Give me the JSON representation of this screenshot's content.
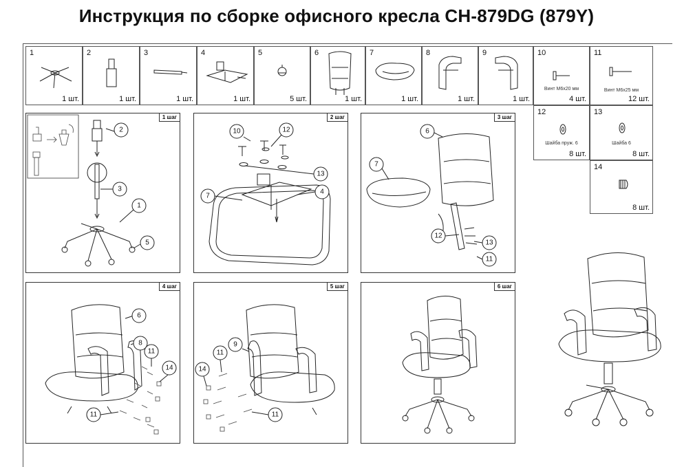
{
  "title": "Инструкция по сборке офисного кресла CH-879DG (879Y)",
  "parts": [
    {
      "num": "1",
      "qty": "1 шт.",
      "icon": "chair-base-icon"
    },
    {
      "num": "2",
      "qty": "1 шт.",
      "icon": "gas-lift-icon"
    },
    {
      "num": "3",
      "qty": "1 шт.",
      "icon": "gas-lift-cover-icon"
    },
    {
      "num": "4",
      "qty": "1 шт.",
      "icon": "tilt-mechanism-icon"
    },
    {
      "num": "5",
      "qty": "5 шт.",
      "icon": "caster-icon"
    },
    {
      "num": "6",
      "qty": "1 шт.",
      "icon": "backrest-icon"
    },
    {
      "num": "7",
      "qty": "1 шт.",
      "icon": "seat-icon"
    },
    {
      "num": "8",
      "qty": "1 шт.",
      "icon": "armrest-left-icon"
    },
    {
      "num": "9",
      "qty": "1 шт.",
      "icon": "armrest-right-icon"
    },
    {
      "num": "10",
      "qty": "4 шт.",
      "caption": "Винт М6х20 мм",
      "icon": "screw-short-icon"
    },
    {
      "num": "11",
      "qty": "12 шт.",
      "caption": "Винт М6х25 мм",
      "icon": "screw-long-icon"
    },
    {
      "num": "12",
      "qty": "8 шт.",
      "caption": "Шайба пруж. 6",
      "icon": "spring-washer-icon"
    },
    {
      "num": "13",
      "qty": "8 шт.",
      "caption": "Шайба 6",
      "icon": "flat-washer-icon"
    },
    {
      "num": "14",
      "qty": "8 шт.",
      "icon": "plug-cap-icon"
    }
  ],
  "steps": [
    {
      "label": "1 шаг",
      "callouts": [
        "2",
        "3",
        "1",
        "5"
      ]
    },
    {
      "label": "2 шаг",
      "callouts": [
        "10",
        "12",
        "13",
        "7",
        "4"
      ]
    },
    {
      "label": "3 шаг",
      "callouts": [
        "6",
        "7",
        "12",
        "13",
        "11"
      ]
    },
    {
      "label": "4 шаг",
      "callouts": [
        "6",
        "8",
        "11",
        "14",
        "11"
      ]
    },
    {
      "label": "5 шаг",
      "callouts": [
        "9",
        "11",
        "14",
        "11"
      ]
    },
    {
      "label": "6 шаг",
      "callouts": []
    }
  ]
}
